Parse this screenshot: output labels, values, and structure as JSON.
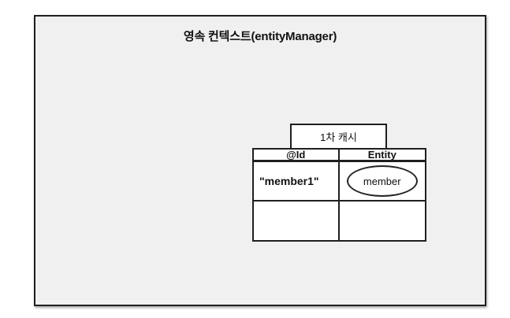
{
  "diagram": {
    "title": "영속 컨텍스트(entityManager)",
    "cache": {
      "label": "1차 캐시"
    },
    "table": {
      "headers": [
        "@Id",
        "Entity"
      ],
      "rows": [
        {
          "id": "\"member1\"",
          "entity": "member"
        },
        {
          "id": "",
          "entity": ""
        }
      ]
    }
  },
  "colors": {
    "canvas_background": "#ffffff",
    "context_box_fill": "#f0f0f0",
    "cell_fill": "#ffffff",
    "border": "#1f1f1f",
    "text": "#111111"
  }
}
